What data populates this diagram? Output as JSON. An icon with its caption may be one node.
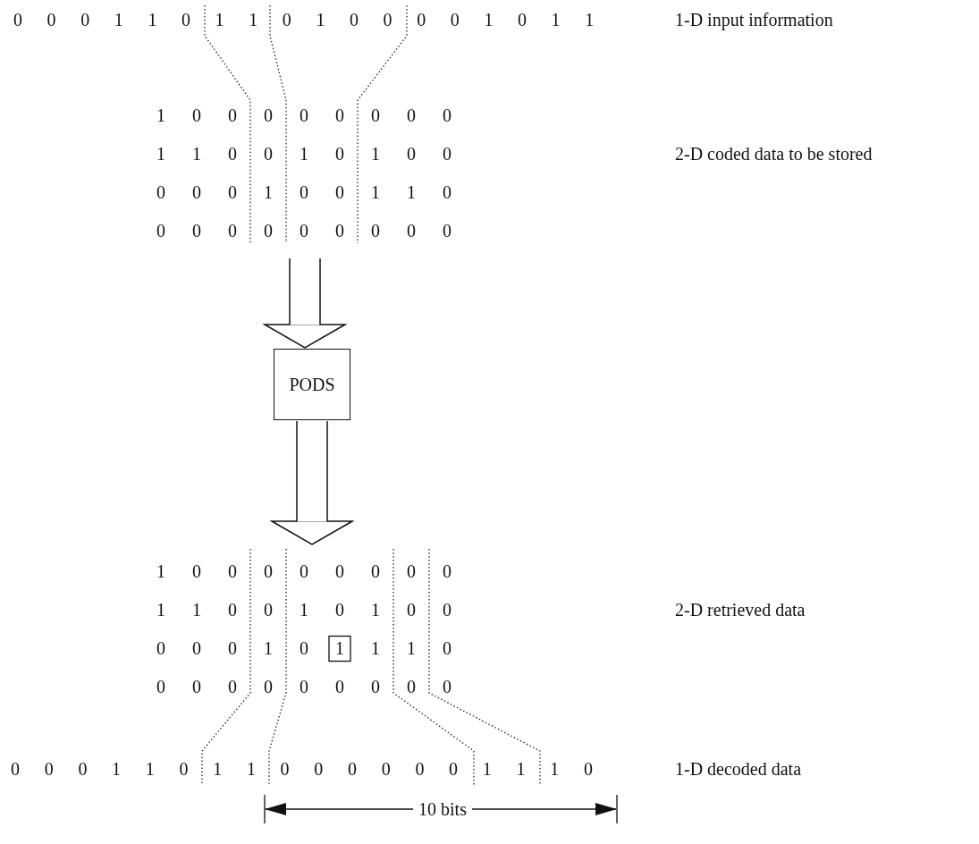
{
  "diagram": {
    "nodes": [
      {
        "text": [
          "1 0 0 0 0 0 0 0 0",
          "1 1 0 0 1 0 1 0 0",
          "0 0 0 1 0 0 1 1 0",
          "0 0 0 0 0 0 0 0 0"
        ]
      },
      {
        "text": [
          "PODS"
        ]
      },
      {
        "text": [
          "1 0 0 0 0 0 0 0 0",
          "1 1 0 0 1 0 1 0 0",
          "0 0 0 1 0 1 1 1 0",
          "0 0 0 0 0 0 0 0 0"
        ]
      }
    ],
    "edges": [
      {
        "from": 0,
        "to": 1,
        "arrow": "to"
      },
      {
        "from": 1,
        "to": 2,
        "arrow": "to"
      }
    ],
    "labels": [
      "0 0 0 1 1 0 1 1 0 1 0 0 0 0 1 0 1 1",
      "1-D input information",
      "2-D coded data to be stored",
      "2-D retrieved data",
      "0 0 0 1 1 0 1 1 0 0 0 0 0 0 1 1 1 0",
      "1-D decoded data",
      "10 bits"
    ]
  }
}
